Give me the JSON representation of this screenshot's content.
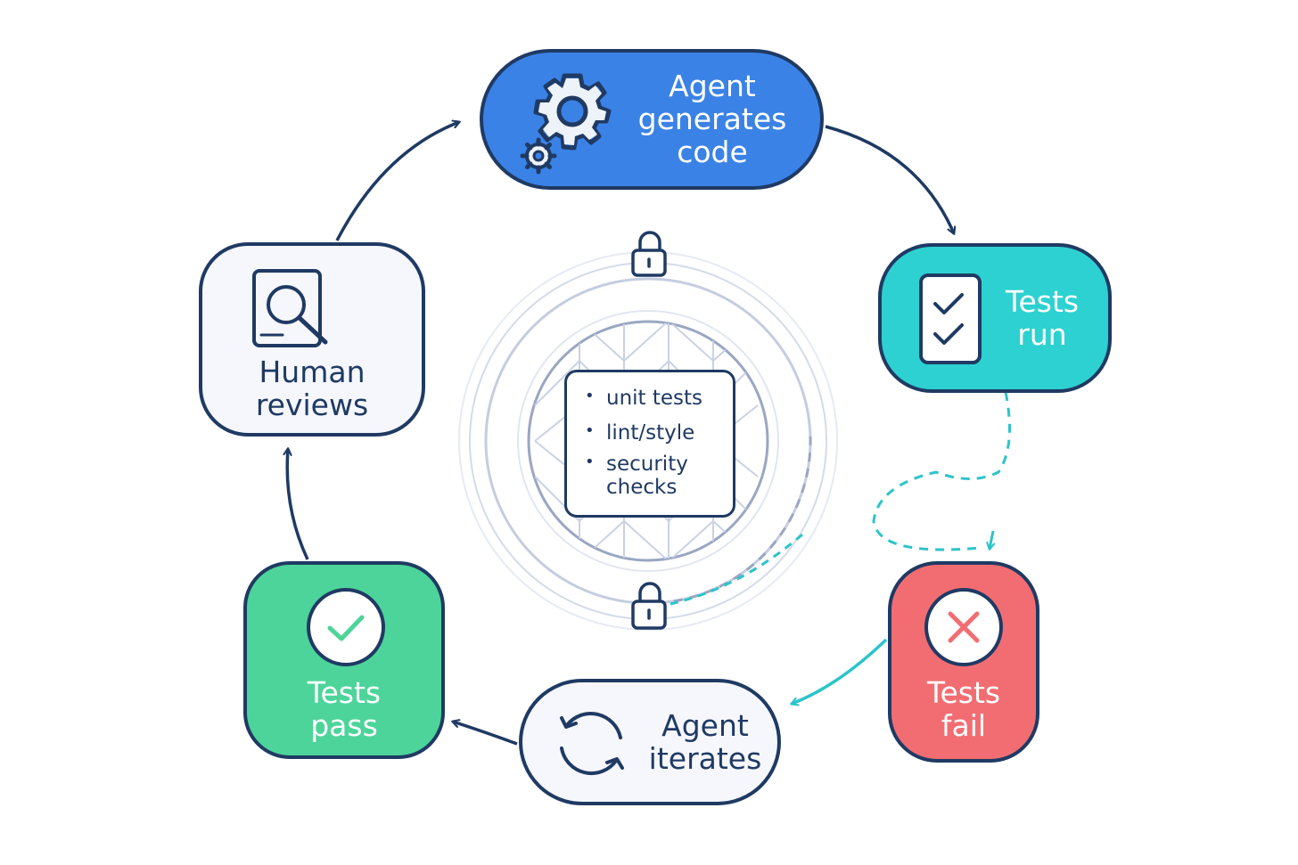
{
  "colors": {
    "navy": "#1f3a63",
    "blue": "#3b82e6",
    "teal": "#2dd1d1",
    "green": "#4dd49a",
    "red": "#f26d72",
    "light": "#f5f7fc"
  },
  "nodes": {
    "generate": {
      "line1": "Agent",
      "line2": "generates",
      "line3": "code",
      "icon": "gears-icon"
    },
    "tests_run": {
      "line1": "Tests",
      "line2": "run",
      "icon": "checklist-icon"
    },
    "tests_fail": {
      "line1": "Tests",
      "line2": "fail",
      "icon": "x-icon"
    },
    "iterate": {
      "line1": "Agent",
      "line2": "iterates",
      "icon": "refresh-icon"
    },
    "tests_pass": {
      "line1": "Tests",
      "line2": "pass",
      "icon": "check-icon"
    },
    "review": {
      "line1": "Human",
      "line2": "reviews",
      "icon": "document-search-icon"
    }
  },
  "checks": {
    "item1": "unit tests",
    "item2": "lint/style",
    "item3_line1": "security",
    "item3_line2": "checks"
  }
}
